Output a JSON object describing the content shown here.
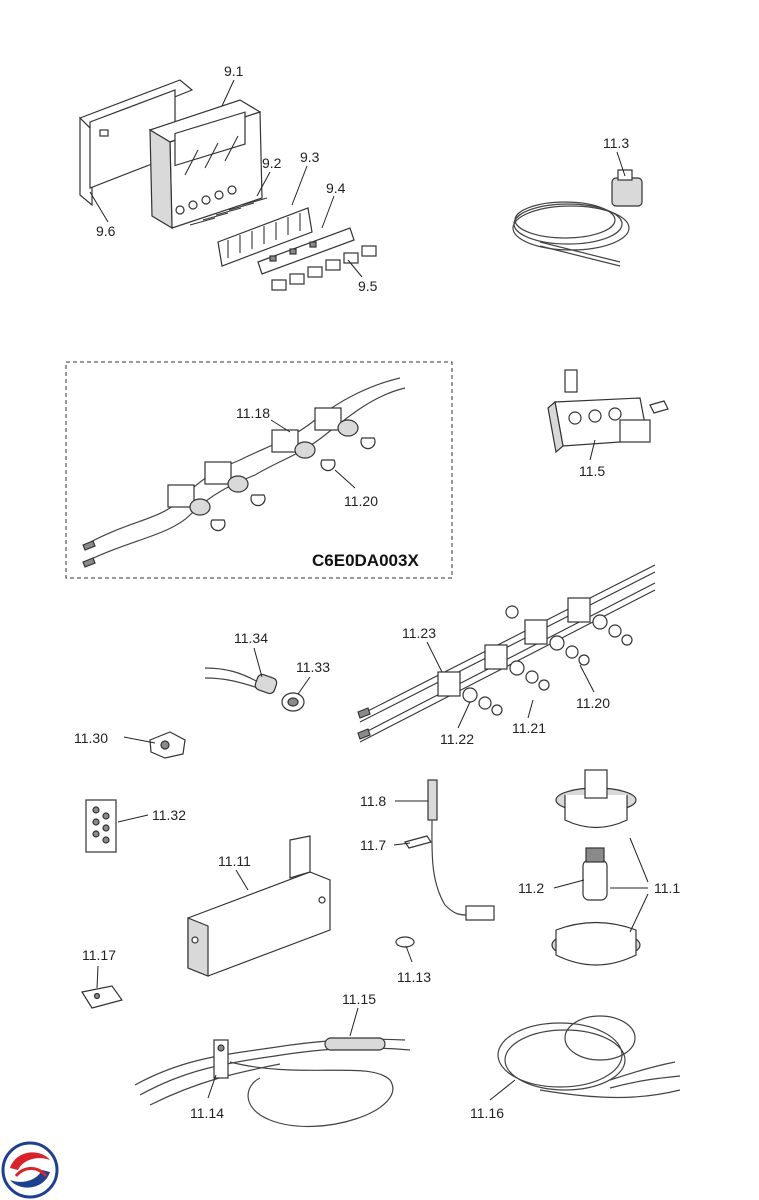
{
  "labels": {
    "p9_1": "9.1",
    "p9_2": "9.2",
    "p9_3": "9.3",
    "p9_4": "9.4",
    "p9_5": "9.5",
    "p9_6": "9.6",
    "p11_3": "11.3",
    "p11_18": "11.18",
    "p11_20a": "11.20",
    "p11_5": "11.5",
    "p11_34": "11.34",
    "p11_33": "11.33",
    "p11_23": "11.23",
    "p11_22": "11.22",
    "p11_21": "11.21",
    "p11_20b": "11.20",
    "p11_30": "11.30",
    "p11_8": "11.8",
    "p11_7": "11.7",
    "p11_32": "11.32",
    "p11_11": "11.11",
    "p11_2": "11.2",
    "p11_1": "11.1",
    "p11_17": "11.17",
    "p11_13": "11.13",
    "p11_15": "11.15",
    "p11_14": "11.14",
    "p11_16": "11.16"
  },
  "kit_code": "C6E0DA003X",
  "colors": {
    "logo_red": "#d8232a",
    "logo_blue": "#1f3f8f",
    "line": "#333333"
  },
  "icons": {
    "logo": "brand-swirl-logo"
  }
}
